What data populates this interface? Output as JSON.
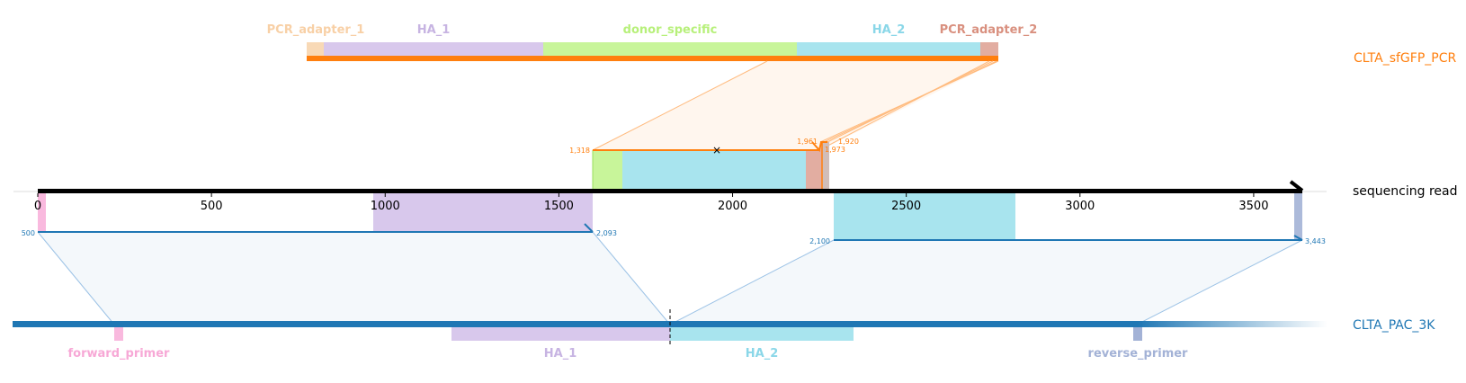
{
  "top_reference": {
    "name": "CLTA_sfGFP_PCR",
    "features": [
      {
        "label": "PCR_adapter_1",
        "color": "#f8d5b0"
      },
      {
        "label": "HA_1",
        "color": "#d8c8ec"
      },
      {
        "label": "donor_specific",
        "color": "#c8f59a"
      },
      {
        "label": "HA_2",
        "color": "#a8e4ee"
      },
      {
        "label": "PCR_adapter_2",
        "color": "#e2ada1"
      }
    ],
    "color": "#ff7f0e"
  },
  "read": {
    "name": "sequencing read",
    "ticks": [
      "0",
      "500",
      "1000",
      "1500",
      "2000",
      "2500",
      "3000",
      "3500"
    ],
    "tick_values": [
      0,
      500,
      1000,
      1500,
      2000,
      2500,
      3000,
      3500
    ],
    "length": 3640
  },
  "top_alignment": {
    "start_label": "1,318",
    "mid_marker": "×",
    "small_labels": [
      "1,961",
      "1,920",
      "1,973"
    ]
  },
  "bottom_alignments": [
    {
      "start": 500,
      "end": 2093,
      "start_label": "500",
      "end_label": "2,093"
    },
    {
      "start": 2100,
      "end": 3443,
      "start_label": "2,100",
      "end_label": "3,443"
    }
  ],
  "bottom_reference": {
    "name": "CLTA_PAC_3K",
    "color": "#1f77b4",
    "features": [
      {
        "label": "forward_primer",
        "color": "#f7a8d6"
      },
      {
        "label": "HA_1",
        "color": "#c7b4e2"
      },
      {
        "label": "HA_2",
        "color": "#8ad7e8"
      },
      {
        "label": "reverse_primer",
        "color": "#a3b2d6"
      }
    ]
  }
}
